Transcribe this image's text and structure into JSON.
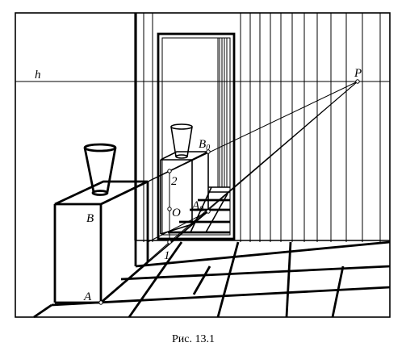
{
  "labels": {
    "h": "h",
    "P": "P",
    "B0_main": "B",
    "B0_sub": "0",
    "A0_main": "A",
    "A0_sub": "0",
    "two": "2",
    "O": "O",
    "one": "1",
    "B": "B",
    "A": "A"
  },
  "caption": "Рис. 13.1"
}
